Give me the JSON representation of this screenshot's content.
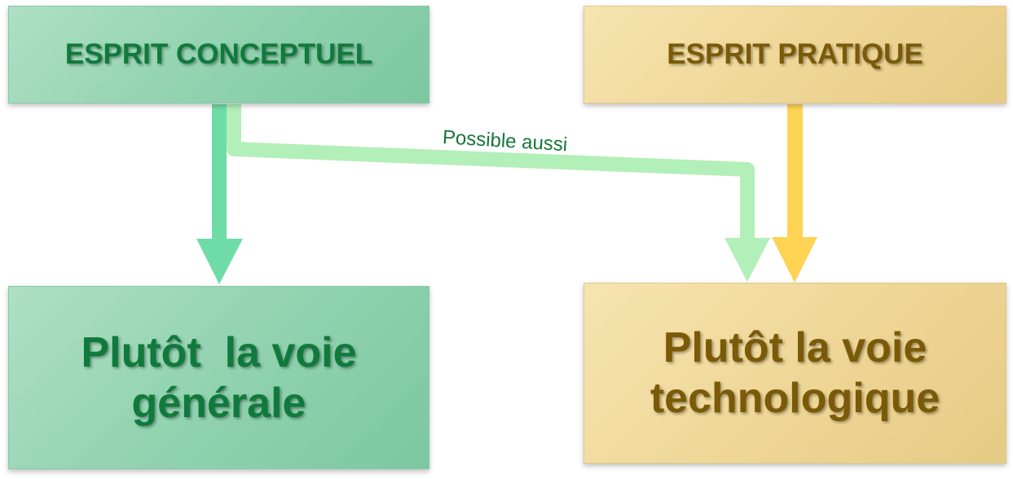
{
  "boxes": {
    "top_left": "ESPRIT CONCEPTUEL",
    "top_right": "ESPRIT PRATIQUE",
    "bottom_left": "Plutôt  la voie générale",
    "bottom_right": "Plutôt la voie technologique"
  },
  "connector_label": "Possible aussi",
  "colors": {
    "green_fill": "#94d4b2",
    "green_text": "#0f7a3c",
    "yellow_fill": "#f0d89a",
    "yellow_text": "#7a5a08",
    "arrow_green": "#6fdca8",
    "arrow_light_green": "#b3efb8",
    "arrow_yellow": "#ffd455"
  }
}
